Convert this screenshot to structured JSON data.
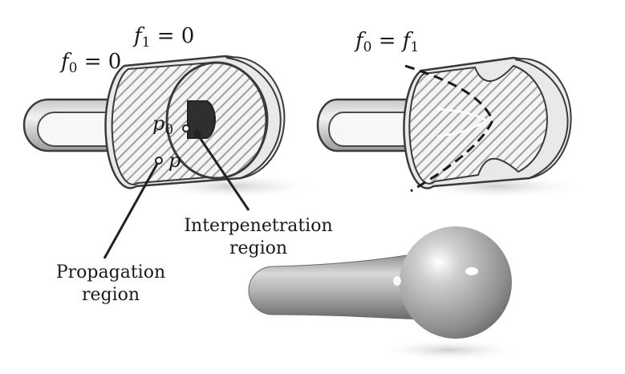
{
  "labels": {
    "f1_eq": {
      "var": "f",
      "sub": "1",
      "rest": " = 0"
    },
    "f0_eq": {
      "var": "f",
      "sub": "0",
      "rest": " = 0"
    },
    "f0_eq_f1": {
      "var": "f",
      "sub": "0",
      "eq": " = ",
      "var2": "f",
      "sub2": "1"
    },
    "p0": {
      "var": "p",
      "sub": "0"
    },
    "p": "p",
    "interpenetration": {
      "line1": "Interpenetration",
      "line2": "region"
    },
    "propagation": {
      "line1": "Propagation",
      "line2": "region"
    }
  },
  "colors": {
    "outline": "#3a3a3a",
    "hatch": "#9a9a9a",
    "shaft_fill": "#dcdcdc",
    "head_fill": "#e8e8e8",
    "solid_gray": "#a9a9a9"
  }
}
